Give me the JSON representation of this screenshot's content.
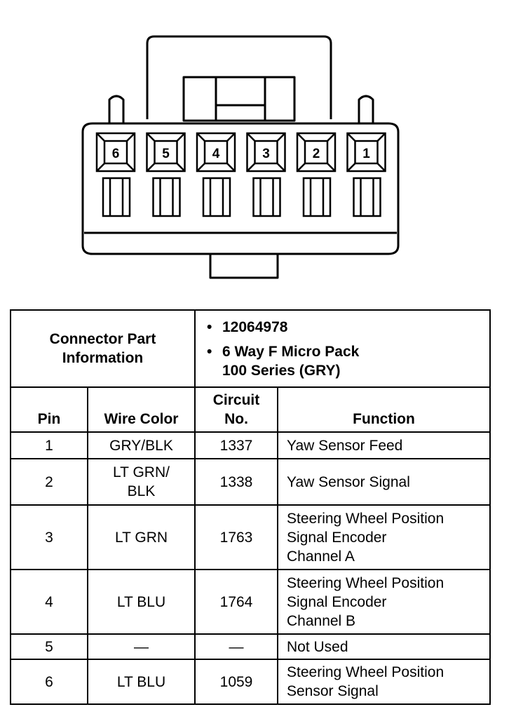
{
  "connector": {
    "pin_labels": [
      "6",
      "5",
      "4",
      "3",
      "2",
      "1"
    ]
  },
  "part_info": {
    "label_line1": "Connector Part",
    "label_line2": "Information",
    "part_number": "12064978",
    "description_line1": "6 Way F Micro Pack",
    "description_line2": "100 Series (GRY)"
  },
  "columns": {
    "pin": "Pin",
    "wire_color": "Wire Color",
    "circuit_line1": "Circuit",
    "circuit_line2": "No.",
    "function": "Function"
  },
  "rows": [
    {
      "pin": "1",
      "wire": [
        "GRY/BLK"
      ],
      "circuit": "1337",
      "function": [
        "Yaw Sensor Feed"
      ]
    },
    {
      "pin": "2",
      "wire": [
        "LT GRN/",
        "BLK"
      ],
      "circuit": "1338",
      "function": [
        "Yaw Sensor Signal"
      ]
    },
    {
      "pin": "3",
      "wire": [
        "LT GRN"
      ],
      "circuit": "1763",
      "function": [
        "Steering Wheel Position",
        "Signal Encoder",
        "Channel A"
      ]
    },
    {
      "pin": "4",
      "wire": [
        "LT BLU"
      ],
      "circuit": "1764",
      "function": [
        "Steering Wheel Position",
        "Signal Encoder",
        "Channel B"
      ]
    },
    {
      "pin": "5",
      "wire": [
        "—"
      ],
      "circuit": "—",
      "function": [
        "Not Used"
      ]
    },
    {
      "pin": "6",
      "wire": [
        "LT BLU"
      ],
      "circuit": "1059",
      "function": [
        "Steering Wheel Position",
        "Sensor Signal"
      ]
    }
  ]
}
